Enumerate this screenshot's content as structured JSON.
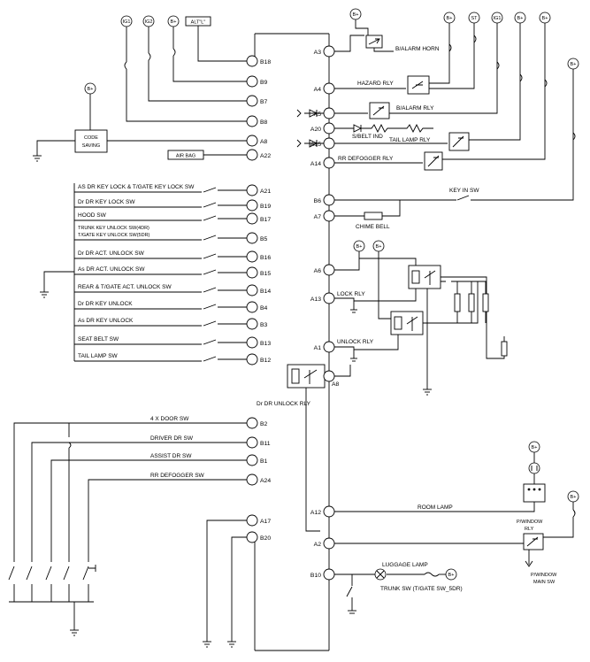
{
  "power_labels": {
    "ig1": "IG1",
    "ig2": "IG2",
    "bplus": "B+",
    "st": "ST",
    "alt": "ALT\"L\""
  },
  "left_pins": {
    "b18": "B18",
    "b9": "B9",
    "b7": "B7",
    "b8": "B8",
    "a8": "A8",
    "a22": "A22",
    "a21": "A21",
    "b19": "B19",
    "b17": "B17",
    "b5": "B5",
    "b16": "B16",
    "b15": "B15",
    "b14": "B14",
    "b4": "B4",
    "b3": "B3",
    "b13": "B13",
    "b12": "B12",
    "b2": "B2",
    "b11": "B11",
    "b1": "B1",
    "a24": "A24",
    "a17": "A17",
    "b20": "B20"
  },
  "right_pins": {
    "a3": "A3",
    "a4": "A4",
    "a5": "A5",
    "a20": "A20",
    "a15": "A15",
    "a14": "A14",
    "b6": "B6",
    "a7": "A7",
    "a6": "A6",
    "a13": "A13",
    "a1": "A1",
    "a8": "A8",
    "a12": "A12",
    "a2": "A2",
    "b10": "B10"
  },
  "components": {
    "code_saving_1": "CODE",
    "code_saving_2": "SAVING",
    "air_bag": "AIR BAG",
    "b_alarm_horn": "B/ALARM HORN",
    "hazard_rly": "HAZARD RLY",
    "b_alarm_rly": "B/ALARM RLY",
    "s_belt_ind": "S/BELT IND",
    "tail_lamp_rly": "TAIL LAMP RLY",
    "rr_defogger_rly": "RR DEFOGGER RLY",
    "key_in_sw": "KEY IN SW",
    "chime_bell": "CHIME BELL",
    "lock_rly": "LOCK RLY",
    "unlock_rly": "UNLOCK RLY",
    "dr_dr_unlock_rly": "Dr DR UNLOCK RLY",
    "room_lamp": "ROOM LAMP",
    "p_window_rly_1": "P/WINDOW",
    "p_window_rly_2": "RLY",
    "p_window_main_1": "P/WINDOW",
    "p_window_main_2": "MAIN SW",
    "luggage_lamp": "LUGGAGE LAMP",
    "trunk_sw": "TRUNK SW (T/GATE SW_5DR)"
  },
  "switches": {
    "as_dr_key_lock": "AS DR KEY LOCK & T/GATE KEY LOCK SW",
    "dr_dr_key_lock": "Dr DR KEY LOCK SW",
    "hood_sw": "HOOD SW",
    "trunk_key_unlock_1": "TRUNK KEY UNLOCK SW(4DR)",
    "trunk_key_unlock_2": "T/GATE KEY UNLOCK SW(5DR)",
    "dr_dr_act_unlock": "Dr DR ACT. UNLOCK SW",
    "as_dr_act_unlock": "As DR ACT. UNLOCK SW",
    "rear_act_unlock": "REAR & T/GATE ACT. UNLOCK SW",
    "dr_dr_key_unlock": "Dr DR KEY UNLOCK",
    "as_dr_key_unlock": "As DR KEY UNLOCK",
    "seat_belt_sw": "SEAT BELT SW",
    "tail_lamp_sw": "TAIL LAMP SW",
    "door_4x": "4 X DOOR SW",
    "driver_dr_sw": "DRIVER DR SW",
    "assist_dr_sw": "ASSIST DR SW",
    "rr_defogger_sw": "RR DEFOGGER SW"
  }
}
